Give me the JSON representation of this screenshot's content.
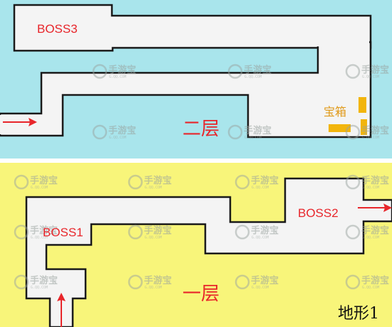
{
  "map": {
    "upper_floor": {
      "label": "二层",
      "boss_label": "BOSS3",
      "chest_label": "宝箱"
    },
    "lower_floor": {
      "label": "一层",
      "boss1_label": "BOSS1",
      "boss2_label": "BOSS2"
    },
    "map_title": "地形1",
    "watermark": {
      "text": "手游宝",
      "sub": "G.QQ.COM"
    },
    "colors": {
      "upper_bg": "#a9e5ec",
      "lower_bg": "#f8f57a",
      "corridor": "#f4f4f4",
      "arrow": "#e8262b",
      "chest": "#f2b50c"
    }
  }
}
